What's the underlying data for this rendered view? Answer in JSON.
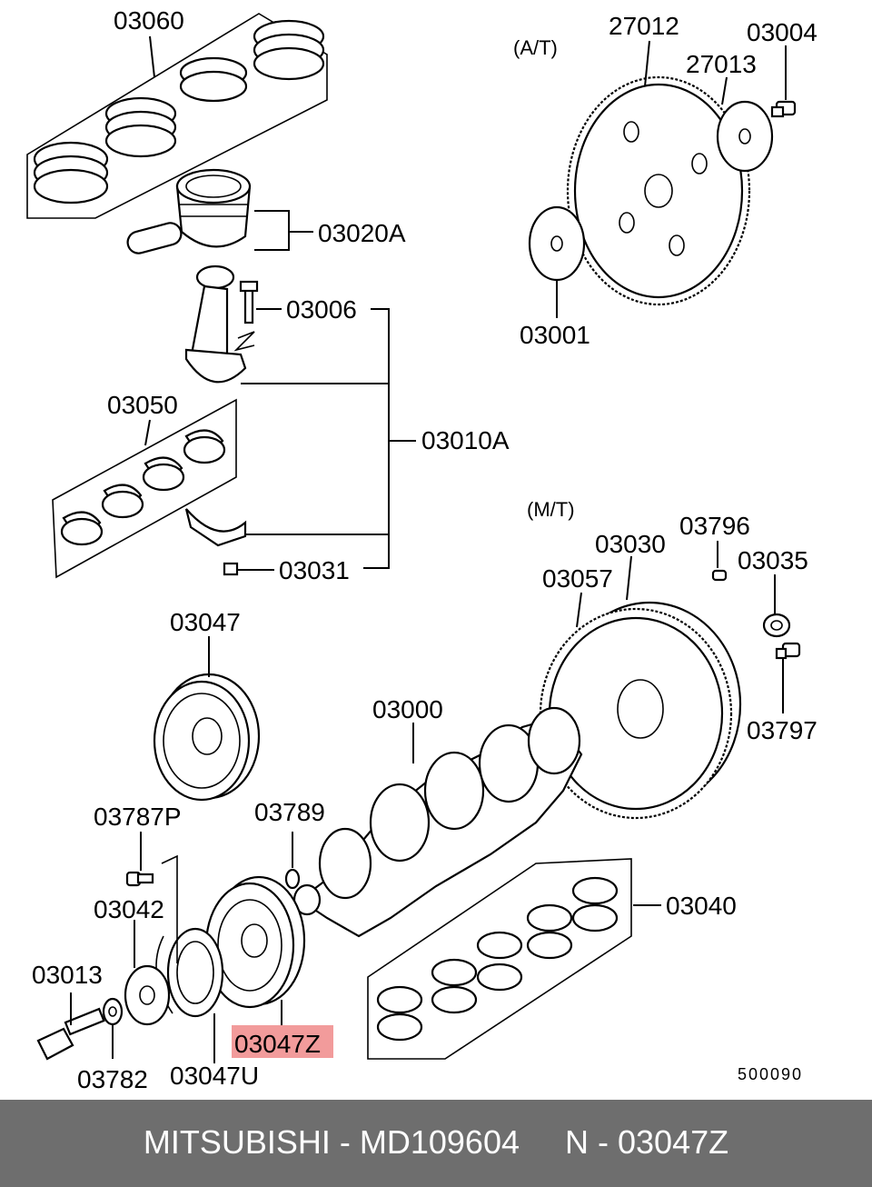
{
  "labels": {
    "l03060": "03060",
    "l03020A": "03020A",
    "l03006": "03006",
    "l03050": "03050",
    "l03010A": "03010A",
    "l03031": "03031",
    "l03047": "03047",
    "l03000": "03000",
    "l03787P": "03787P",
    "l03789": "03789",
    "l03042": "03042",
    "l03013": "03013",
    "l03782": "03782",
    "l03047U": "03047U",
    "l03047Z": "03047Z",
    "l03040": "03040",
    "at": "(A/T)",
    "l27012": "27012",
    "l03004": "03004",
    "l27013": "27013",
    "l03001": "03001",
    "mt": "(M/T)",
    "l03796": "03796",
    "l03030": "03030",
    "l03035": "03035",
    "l03057": "03057",
    "l03797": "03797",
    "code": "500090"
  },
  "highlight": {
    "part": "03047Z",
    "color": "#f29b9b"
  },
  "footer": {
    "text": "MITSUBISHI - MD109604     N - 03047Z",
    "background": "#6e6e6e"
  }
}
